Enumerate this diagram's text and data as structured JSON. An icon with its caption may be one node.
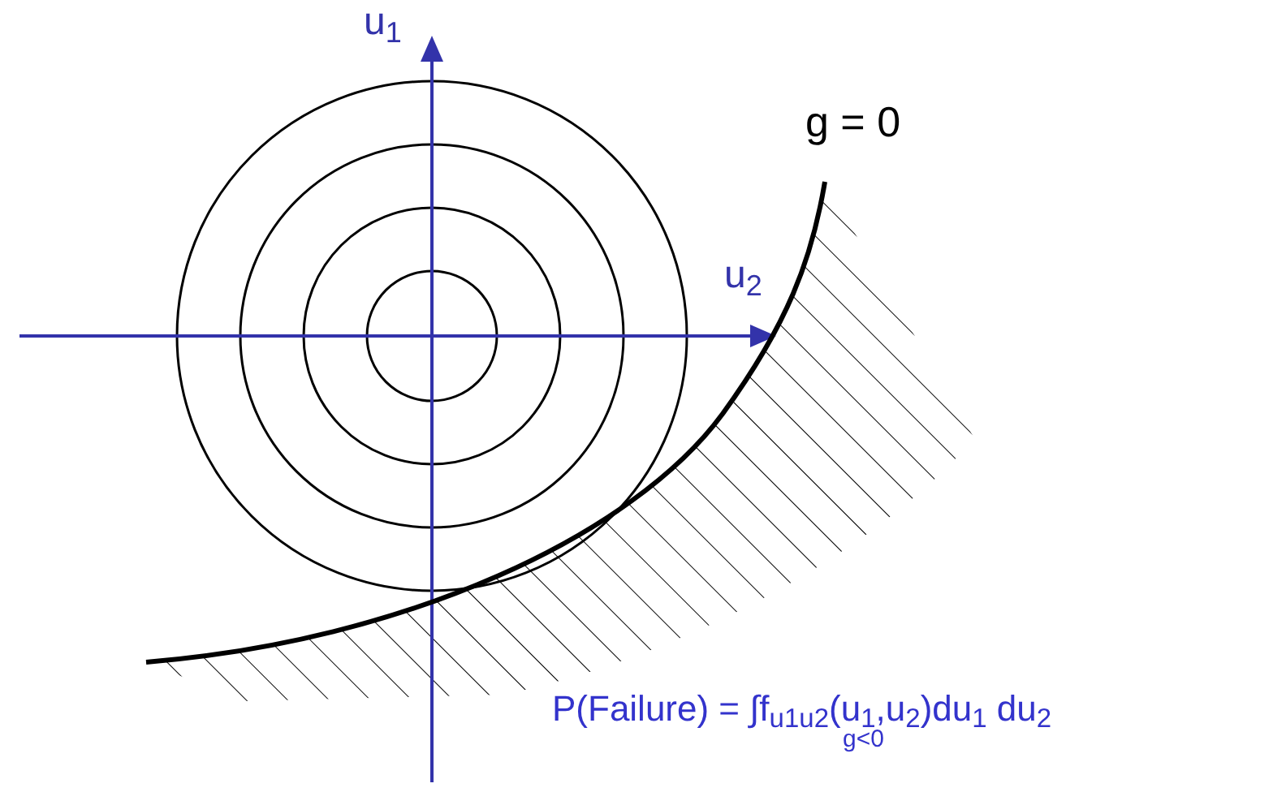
{
  "diagram": {
    "labels": [
      "u$_{1}$",
      "u$_{2}$",
      "g = 0",
      "P(Failure) = ∫f$_{u1u2}$(u$_{1}$,u$_{2}$)du$_{1}$ du$_{2}$",
      "g<0"
    ]
  }
}
